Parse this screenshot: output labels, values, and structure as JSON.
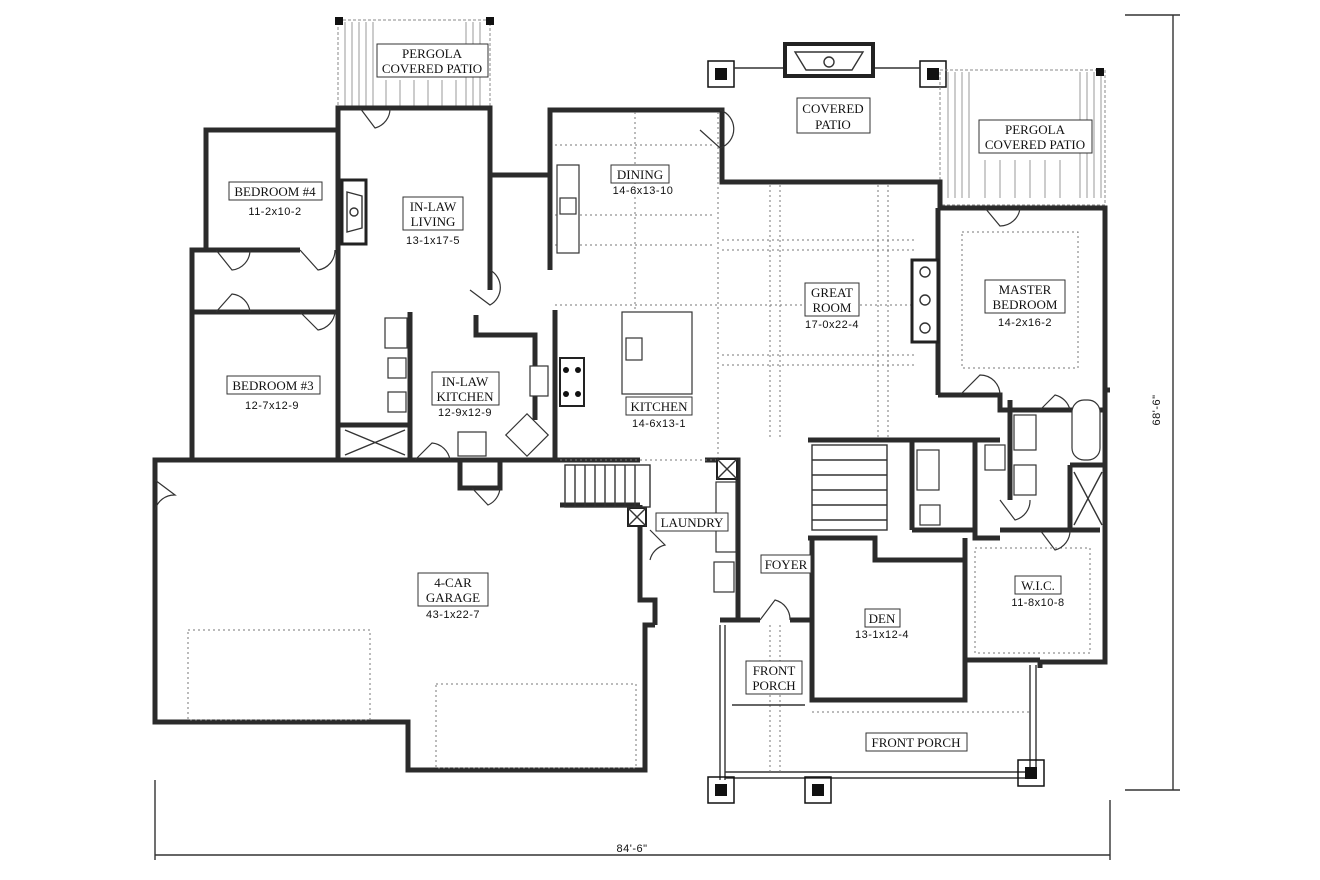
{
  "rooms": {
    "pergola_left": {
      "name_line1": "PERGOLA",
      "name_line2": "COVERED PATIO"
    },
    "covered_patio": {
      "name_line1": "COVERED",
      "name_line2": "PATIO"
    },
    "pergola_right": {
      "name_line1": "PERGOLA",
      "name_line2": "COVERED PATIO"
    },
    "bedroom4": {
      "name": "BEDROOM #4",
      "size": "11-2x10-2"
    },
    "inlaw_living": {
      "name_line1": "IN-LAW",
      "name_line2": "LIVING",
      "size": "13-1x17-5"
    },
    "dining": {
      "name": "DINING",
      "size": "14-6x13-10"
    },
    "great_room": {
      "name_line1": "GREAT",
      "name_line2": "ROOM",
      "size": "17-0x22-4"
    },
    "master_bedroom": {
      "name_line1": "MASTER",
      "name_line2": "BEDROOM",
      "size": "14-2x16-2"
    },
    "bedroom3": {
      "name": "BEDROOM #3",
      "size": "12-7x12-9"
    },
    "inlaw_kitchen": {
      "name_line1": "IN-LAW",
      "name_line2": "KITCHEN",
      "size": "12-9x12-9"
    },
    "kitchen": {
      "name": "KITCHEN",
      "size": "14-6x13-1"
    },
    "laundry": {
      "name": "LAUNDRY"
    },
    "garage": {
      "name_line1": "4-CAR",
      "name_line2": "GARAGE",
      "size": "43-1x22-7"
    },
    "foyer": {
      "name": "FOYER"
    },
    "den": {
      "name": "DEN",
      "size": "13-1x12-4"
    },
    "wic": {
      "name": "W.I.C.",
      "size": "11-8x10-8"
    },
    "front_porch_left": {
      "name_line1": "FRONT",
      "name_line2": "PORCH"
    },
    "front_porch_right": {
      "name": "FRONT PORCH"
    }
  },
  "dimensions": {
    "overall_width": "84'-6\"",
    "overall_depth": "68'-6\""
  }
}
